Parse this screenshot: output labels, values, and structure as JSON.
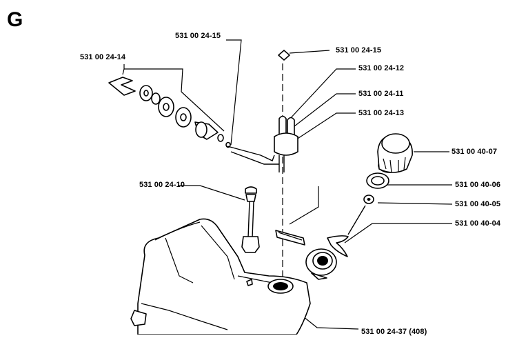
{
  "section_letter": "G",
  "part_numbers": {
    "p_24_15_top": "531 00 24-15",
    "p_24_14": "531 00 24-14",
    "p_24_15_right": "531 00 24-15",
    "p_24_12": "531 00 24-12",
    "p_24_11": "531 00 24-11",
    "p_24_13": "531 00 24-13",
    "p_40_07": "531 00 40-07",
    "p_24_10": "531 00 24-10",
    "p_40_06": "531 00 40-06",
    "p_40_05": "531 00 40-05",
    "p_40_04": "531 00 40-04",
    "p_bottom": "531 00 24-37 (408)"
  }
}
